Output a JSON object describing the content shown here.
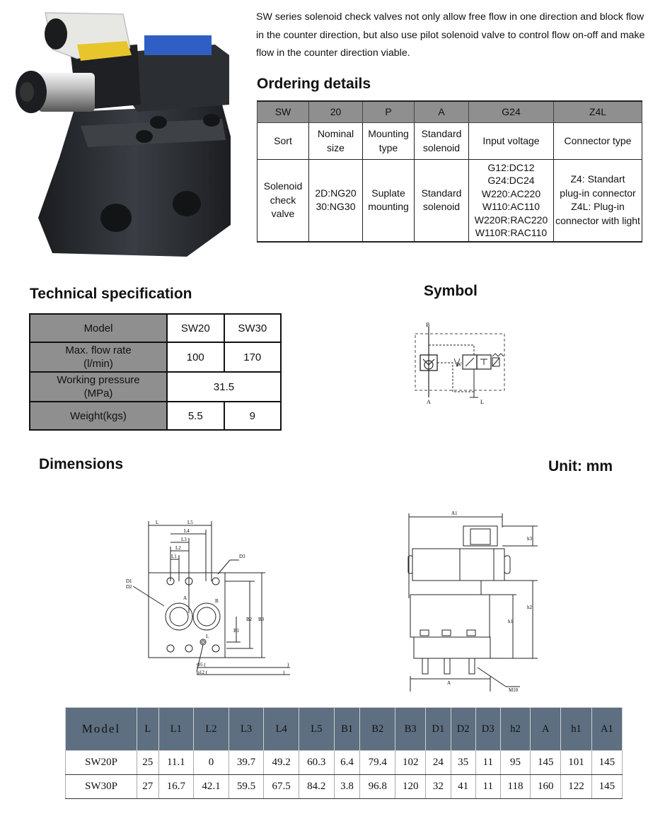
{
  "intro": "SW series solenoid check valves not only allow free flow in one direction and block flow in the counter direction, but also use pilot solenoid valve to control flow on-off and make flow in the counter direction viable.",
  "headings": {
    "ordering": "Ordering details",
    "technical": "Technical specification",
    "symbol": "Symbol",
    "dimensions": "Dimensions",
    "unit": "Unit: mm"
  },
  "ordering": {
    "codes": [
      "SW",
      "20",
      "P",
      "A",
      "G24",
      "Z4L"
    ],
    "meaning": [
      "Sort",
      "Nominal size",
      "Mounting type",
      "Standard solenoid",
      "Input voltage",
      "Connector type"
    ],
    "options": [
      [
        "Solenoid",
        "check",
        "valve"
      ],
      [
        "2D:NG20",
        "30:NG30"
      ],
      [
        "Suplate",
        "mounting"
      ],
      [
        "Standard",
        "solenoid"
      ],
      [
        "G12:DC12",
        "G24:DC24",
        "W220:AC220",
        "W110:AC110",
        "W220R:RAC220",
        "W110R:RAC110"
      ],
      [
        "Z4: Standart",
        "plug-in connector",
        "Z4L: Plug-in",
        "connector with light"
      ]
    ]
  },
  "spec": {
    "header": [
      "Model",
      "SW20",
      "SW30"
    ],
    "flow": {
      "label": [
        "Max. flow rate",
        "(l/min)"
      ],
      "sw20": "100",
      "sw30": "170"
    },
    "pressure": {
      "label": [
        "Working pressure",
        "(MPa)"
      ],
      "value": "31.5"
    },
    "weight": {
      "label": "Weight(kgs)",
      "sw20": "5.5",
      "sw30": "9"
    }
  },
  "symbol_labels": {
    "b": "B",
    "a": "A",
    "l": "L",
    "w": "W"
  },
  "front_view_labels": {
    "L": "L",
    "L1": "L1",
    "L2": "L2",
    "L3": "L3",
    "L4": "L4",
    "L5": "L5",
    "D1": "D1",
    "D2": "D2",
    "D3": "D3",
    "A": "A",
    "B": "B",
    "Lport": "L",
    "B1": "B1",
    "B2": "B2",
    "B3": "B3",
    "phi5": "Φ5 (",
    "phi12": "φ12 (",
    "paren1": ")",
    "paren2": ")"
  },
  "side_view_labels": {
    "A1": "A1",
    "h3": "h3",
    "h2": "h2",
    "h1": "h1",
    "A": "A",
    "M10": "M10"
  },
  "dim_table": {
    "headers": [
      "Model",
      "L",
      "L1",
      "L2",
      "L3",
      "L4",
      "L5",
      "B1",
      "B2",
      "B3",
      "D1",
      "D2",
      "D3",
      "h2",
      "A",
      "h1",
      "A1"
    ],
    "rows": [
      [
        "SW20P",
        "25",
        "11.1",
        "0",
        "39.7",
        "49.2",
        "60.3",
        "6.4",
        "79.4",
        "102",
        "24",
        "35",
        "11",
        "95",
        "145",
        "101",
        "145"
      ],
      [
        "SW30P",
        "27",
        "16.7",
        "42.1",
        "59.5",
        "67.5",
        "84.2",
        "3.8",
        "96.8",
        "120",
        "32",
        "41",
        "11",
        "118",
        "160",
        "122",
        "145"
      ]
    ]
  },
  "colors": {
    "table_header_gray": "#8f8f8f",
    "dim_header": "#5d6f80",
    "valve_body": "#2a2d30",
    "solenoid_plate": "#2f5fc4",
    "connector_yellow": "#e8c62b"
  }
}
